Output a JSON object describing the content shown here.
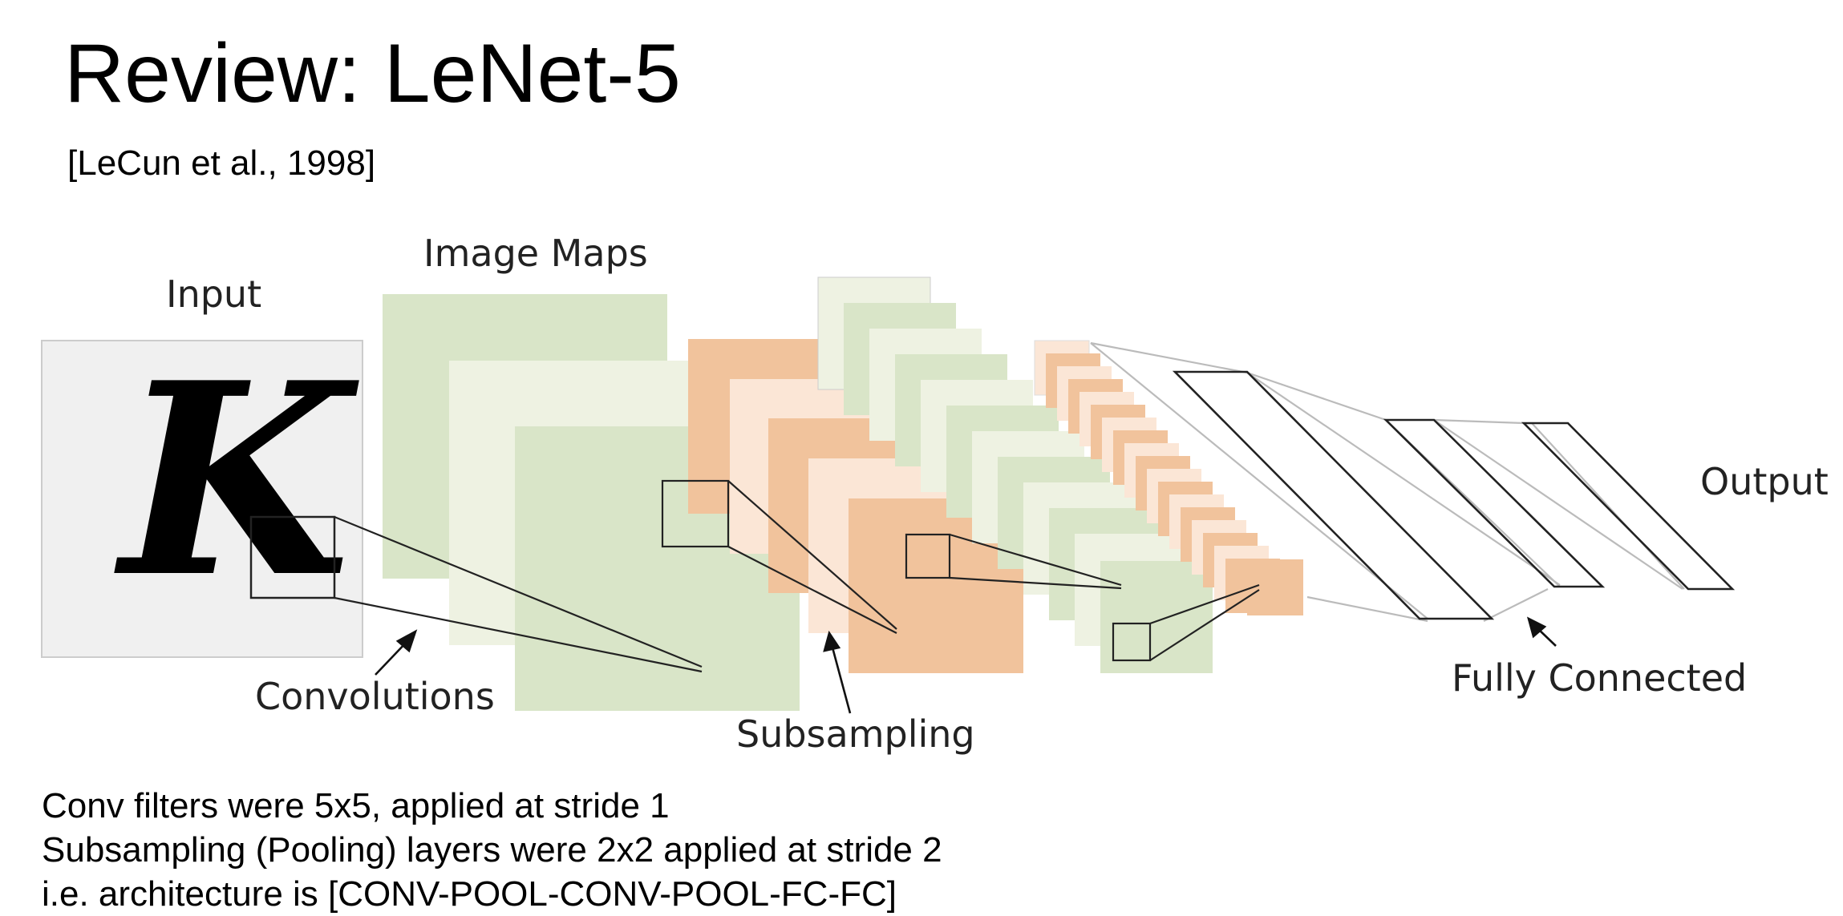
{
  "slide": {
    "title": "Review: LeNet-5",
    "citation": "[LeCun et al., 1998]"
  },
  "diagram": {
    "input_label": "Input",
    "input_glyph": "K",
    "image_maps_label": "Image Maps",
    "convolutions_label": "Convolutions",
    "subsampling_label": "Subsampling",
    "fully_connected_label": "Fully Connected",
    "output_label": "Output",
    "colors": {
      "input_bg": "#f0f0f0",
      "conv_green": "#d9e5c8",
      "conv_green_light": "#eef2e2",
      "pool_orange": "#f1c39c",
      "pool_orange_light": "#fbe6d6"
    }
  },
  "notes": [
    "Conv filters were 5x5, applied at stride 1",
    "Subsampling (Pooling) layers were 2x2 applied at stride 2",
    "i.e. architecture is [CONV-POOL-CONV-POOL-FC-FC]"
  ]
}
